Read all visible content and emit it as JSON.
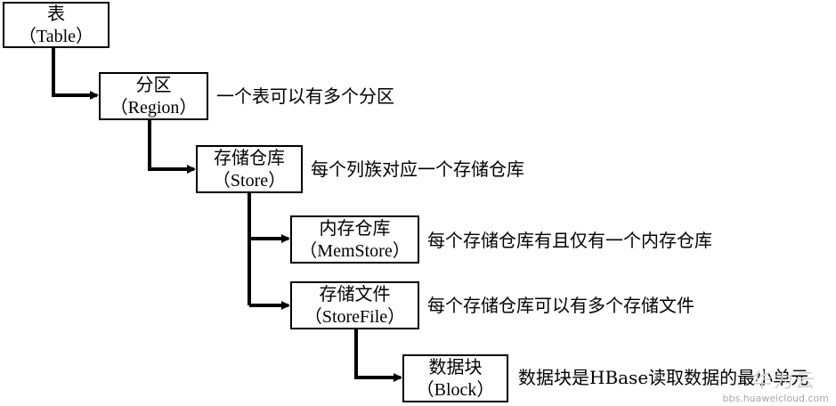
{
  "diagram": {
    "nodes": {
      "table": {
        "label_zh": "表",
        "label_en": "（Table）"
      },
      "region": {
        "label_zh": "分区",
        "label_en": "（Region）"
      },
      "store": {
        "label_zh": "存储仓库",
        "label_en": "（Store）"
      },
      "memstore": {
        "label_zh": "内存仓库",
        "label_en": "（MemStore）"
      },
      "storefile": {
        "label_zh": "存储文件",
        "label_en": "（StoreFile）"
      },
      "block": {
        "label_zh": "数据块",
        "label_en": "（Block）"
      }
    },
    "descriptions": {
      "region": "一个表可以有多个分区",
      "store": "每个列族对应一个存储仓库",
      "memstore": "每个存储仓库有且仅有一个内存仓库",
      "storefile": "每个存储仓库可以有多个存储文件",
      "block": "数据块是HBase读取数据的最小单元"
    },
    "edges": [
      {
        "from": "table",
        "to": "region"
      },
      {
        "from": "region",
        "to": "store"
      },
      {
        "from": "store",
        "to": "memstore"
      },
      {
        "from": "store",
        "to": "storefile"
      },
      {
        "from": "storefile",
        "to": "block"
      }
    ],
    "colors": {
      "line": "#000000",
      "box_border": "#000000",
      "background": "#ffffff"
    }
  },
  "watermark": {
    "logo_text": "华为云",
    "url_text": "bbs.huaweicloud.com"
  }
}
